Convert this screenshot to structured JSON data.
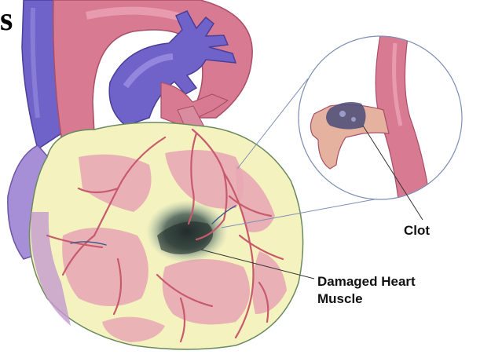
{
  "corner_text": "s",
  "labels": {
    "clot": "Clot",
    "damaged_line1": "Damaged Heart",
    "damaged_line2": "Muscle"
  },
  "colors": {
    "aorta": "#d97a93",
    "vein": "#6f62c8",
    "vein_light": "#9a8fe0",
    "heart_wall": "#e8a9b4",
    "fat": "#f4f2bf",
    "coronary": "#c85a6e",
    "damage": "#1f2b2b",
    "leader_line": "#7d8fb5"
  }
}
